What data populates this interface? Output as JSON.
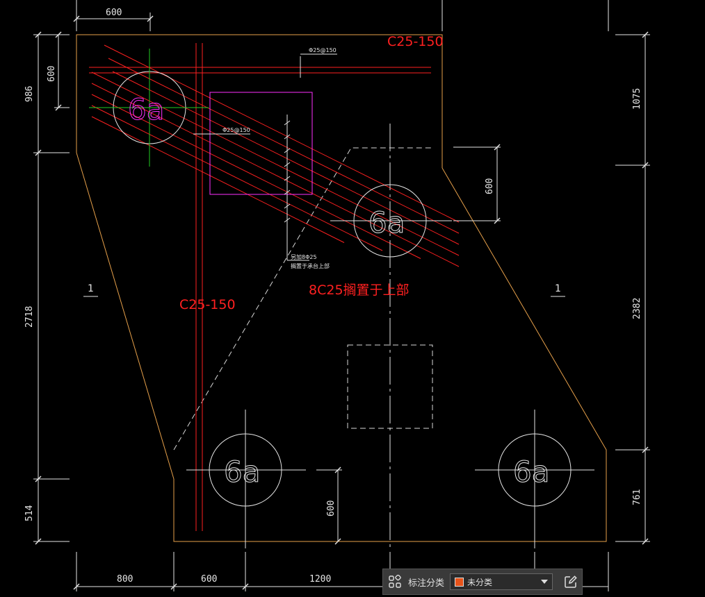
{
  "dimensions": {
    "top": "600",
    "left_upper": "986",
    "left_inner": "600",
    "left_mid": "2718",
    "left_lower": "514",
    "right_upper": "1075",
    "right_mid": "2382",
    "right_lower": "761",
    "right_inner": "600",
    "bottom_1": "800",
    "bottom_2": "600",
    "bottom_3": "1200",
    "bottom_inner": "600"
  },
  "annotations": {
    "top_rebar": "C25-150",
    "left_rebar": "C25-150",
    "mid_rebar": "8C25搁置于上部",
    "small_rebar_1": "Φ25@150",
    "small_rebar_2": "Φ25@150",
    "small_note_1": "另加8Φ25",
    "small_note_2": "搁置于承台上部"
  },
  "piles": {
    "label": "6a"
  },
  "sections": {
    "left": "1",
    "right": "1"
  },
  "toolbar": {
    "label": "标注分类",
    "selected": "未分类",
    "swatch_color": "#e8531a"
  },
  "colors": {
    "rebar": "#ff2020",
    "outline": "#e6a04a",
    "dimension": "#e6e6e6",
    "column": "#ff30ff",
    "axis": "#22cc22"
  }
}
